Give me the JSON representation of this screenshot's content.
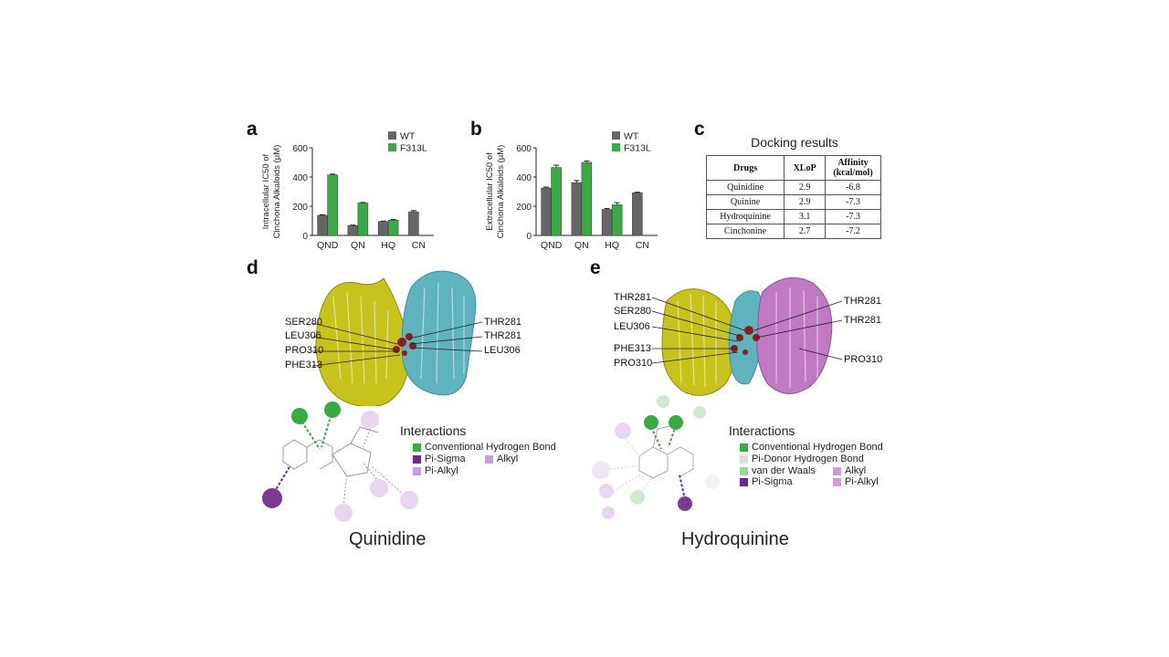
{
  "panels": {
    "a": "a",
    "b": "b",
    "c": "c",
    "d": "d",
    "e": "e"
  },
  "colors": {
    "wt": "#666666",
    "f313l": "#3aaa45",
    "yellow": "#c8c31c",
    "cyan": "#5fb3bf",
    "magenta": "#c07ac4",
    "ligand": "#8a1d1d"
  },
  "chart_data": [
    {
      "type": "bar",
      "panel": "a",
      "categories": [
        "QND",
        "QN",
        "HQ",
        "CN"
      ],
      "series": [
        {
          "name": "WT",
          "values": [
            138,
            68,
            95,
            162
          ],
          "errors": [
            4,
            3,
            3,
            8
          ]
        },
        {
          "name": "F313L",
          "values": [
            415,
            222,
            105,
            null
          ],
          "errors": [
            5,
            4,
            4,
            0
          ]
        }
      ],
      "ylabel_line1": "Intracellular IC50 of",
      "ylabel_line2": "Cinchona Alkaloids (μM)",
      "ylim": [
        0,
        600
      ],
      "yticks": [
        "0",
        "200",
        "400",
        "600"
      ],
      "legend": "top-right"
    },
    {
      "type": "bar",
      "panel": "b",
      "categories": [
        "QND",
        "QN",
        "HQ",
        "CN"
      ],
      "series": [
        {
          "name": "WT",
          "values": [
            325,
            362,
            178,
            292
          ],
          "errors": [
            6,
            14,
            6,
            4
          ]
        },
        {
          "name": "F313L",
          "values": [
            465,
            500,
            210,
            null
          ],
          "errors": [
            16,
            10,
            14,
            0
          ]
        }
      ],
      "ylabel_line1": "Extracellular IC50 of",
      "ylabel_line2": "Cinchona Alkaloids (μM)",
      "ylim": [
        0,
        600
      ],
      "yticks": [
        "0",
        "200",
        "400",
        "600"
      ],
      "legend": "top-right"
    }
  ],
  "table": {
    "title": "Docking results",
    "headers": [
      "Drugs",
      "XLoP",
      "Affinity (kcal/mol)"
    ],
    "rows": [
      [
        "Quinidine",
        "2.9",
        "-6.8"
      ],
      [
        "Quinine",
        "2.9",
        "-7.3"
      ],
      [
        "Hydroquinine",
        "3.1",
        "-7.3"
      ],
      [
        "Cinchonine",
        "2.7",
        "-7.2"
      ]
    ]
  },
  "d": {
    "labels_left": [
      "SER280",
      "LEU306",
      "PRO310",
      "PHE313"
    ],
    "labels_right": [
      "THR281",
      "THR281",
      "LEU306"
    ],
    "legend_title": "Interactions",
    "legend": [
      {
        "name": "Conventional Hydrogen Bond",
        "color": "#3aaa45"
      },
      {
        "name": "Pi-Sigma",
        "color": "#6a2a8a"
      },
      {
        "name": "Alkyl",
        "color": "#c9a0d6"
      },
      {
        "name": "Pi-Alkyl",
        "color": "#c9a0d6"
      }
    ],
    "caption": "Quinidine"
  },
  "e": {
    "labels_left": [
      "THR281",
      "SER280",
      "LEU306",
      "PHE313",
      "PRO310"
    ],
    "labels_right": [
      "THR281",
      "THR281",
      "PRO310"
    ],
    "legend_title": "Interactions",
    "legend": [
      {
        "name": "Conventional Hydrogen Bond",
        "color": "#3aaa45"
      },
      {
        "name": "Pi-Donor Hydrogen Bond",
        "color": "#dddddd"
      },
      {
        "name": "van der Waals",
        "color": "#9fd39f"
      },
      {
        "name": "Alkyl",
        "color": "#c9a0d6"
      },
      {
        "name": "Pi-Sigma",
        "color": "#6a2a8a"
      },
      {
        "name": "Pi-Alkyl",
        "color": "#c9a0d6"
      }
    ],
    "caption": "Hydroquinine"
  }
}
